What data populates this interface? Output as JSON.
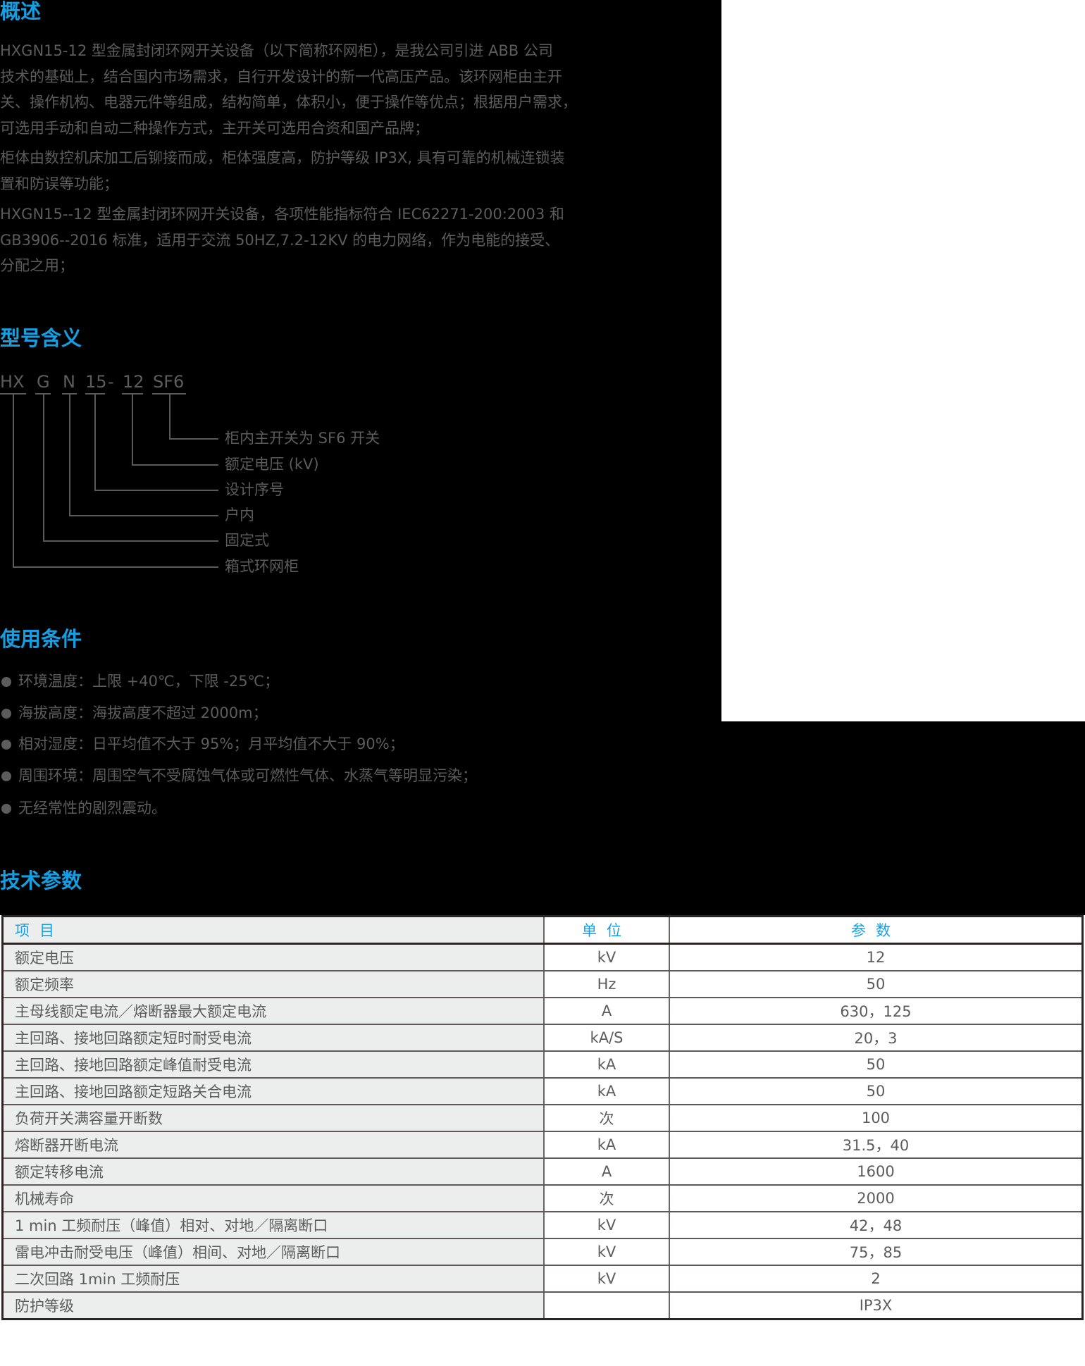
{
  "overview": {
    "title": "概述",
    "paragraphs": [
      {
        "lines": [
          "HXGN15-12 型金属封闭环网开关设备（以下简称环网柜），是我公司引进 ABB 公司",
          "技术的基础上，结合国内市场需求，自行开发设计的新一代高压产品。该环网柜由主开",
          "关、操作机构、电器元件等组成，结构简单，体积小，便于操作等优点；根据用户需求，",
          "可选用手动和自动二种操作方式，主开关可选用合资和国产品牌；"
        ]
      },
      {
        "lines": [
          "柜体由数控机床加工后铆接而成，柜体强度高，防护等级 IP3X, 具有可靠的机械连锁装",
          "置和防误等功能；"
        ]
      },
      {
        "lines": [
          "HXGN15--12 型金属封闭环网开关设备，各项性能指标符合 IEC62271-200:2003 和",
          "GB3906--2016 标准，适用于交流 50HZ,7.2-12KV 的电力网络，作为电能的接受、",
          "分配之用；"
        ]
      }
    ]
  },
  "model_meaning": {
    "title": "型号含义",
    "code_parts": [
      "HX",
      "G",
      "N",
      "15",
      "-",
      "12",
      "SF6"
    ],
    "labels": [
      "柜内主开关为 SF6 开关",
      "额定电压 (kV)",
      "设计序号",
      "户内",
      "固定式",
      "箱式环网柜"
    ]
  },
  "conditions": {
    "title": "使用条件",
    "items": [
      "环境温度：上限 +40℃，下限 -25℃；",
      "海拔高度：海拔高度不超过 2000m；",
      "相对湿度：日平均值不大于 95%；月平均值不大于 90%；",
      "周围环境：周围空气不受腐蚀气体或可燃性气体、水蒸气等明显污染；",
      "无经常性的剧烈震动。"
    ]
  },
  "tech_params": {
    "title": "技术参数",
    "headers": [
      "项目",
      "单位",
      "参数"
    ],
    "rows": [
      [
        "额定电压",
        "kV",
        "12"
      ],
      [
        "额定频率",
        "Hz",
        "50"
      ],
      [
        "主母线额定电流／熔断器最大额定电流",
        "A",
        "630，125"
      ],
      [
        "主回路、接地回路额定短时耐受电流",
        "kA/S",
        "20，3"
      ],
      [
        "主回路、接地回路额定峰值耐受电流",
        "kA",
        "50"
      ],
      [
        "主回路、接地回路额定短路关合电流",
        "kA",
        "50"
      ],
      [
        "负荷开关满容量开断数",
        "次",
        "100"
      ],
      [
        "熔断器开断电流",
        "kA",
        "31.5，40"
      ],
      [
        "额定转移电流",
        "A",
        "1600"
      ],
      [
        "机械寿命",
        "次",
        "2000"
      ],
      [
        "1 min 工频耐压（峰值）相对、对地／隔离断口",
        "kV",
        "42，48"
      ],
      [
        "雷电冲击耐受电压（峰值）相间、对地／隔离断口",
        "kV",
        "75，85"
      ],
      [
        "二次回路 1min 工频耐压",
        "kV",
        "2"
      ],
      [
        "防护等级",
        "",
        "IP3X"
      ]
    ]
  },
  "colors": {
    "heading_blue": "#149fe3",
    "body_text": "#5c5c5c",
    "panel_bg": "#000000",
    "table_first_col_bg": "#eceeed",
    "table_border": "#2b2324"
  }
}
